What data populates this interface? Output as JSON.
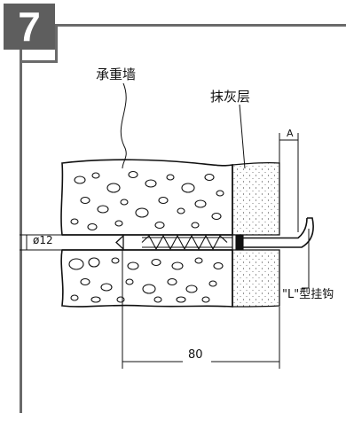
{
  "step_number": "7",
  "labels": {
    "wall": "承重墙",
    "plaster": "抹灰层",
    "hook": "\"L\"型挂钩",
    "diameter": "ø12",
    "depth": "80",
    "gap": "A"
  },
  "colors": {
    "badge": "#5e5e5e",
    "frame": "#6a6a6a",
    "ink": "#111111"
  }
}
